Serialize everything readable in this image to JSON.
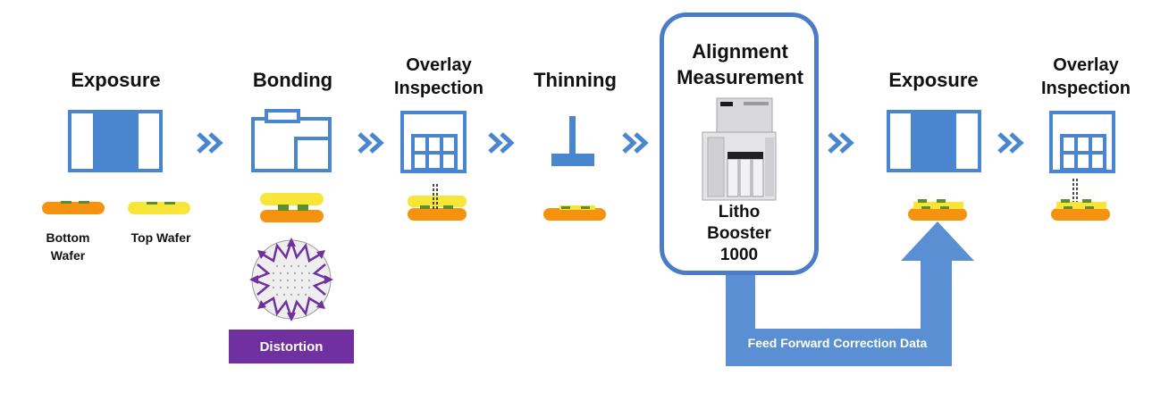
{
  "steps": [
    {
      "title": "Exposure"
    },
    {
      "title": "Bonding"
    },
    {
      "title": "Overlay Inspection"
    },
    {
      "title": "Thinning"
    },
    {
      "title": "Alignment Measurement"
    },
    {
      "title": "Exposure"
    },
    {
      "title": "Overlay Inspection"
    }
  ],
  "wafer_labels": {
    "bottom": "Bottom Wafer",
    "top": "Top Wafer"
  },
  "distortion_label": "Distortion",
  "tool_name": "Litho Booster 1000",
  "feedforward_label": "Feed Forward Correction Data",
  "colors": {
    "accent_blue": "#4a7cc7",
    "icon_blue": "#4a86d0",
    "wafer_orange": "#f5920f",
    "wafer_yellow": "#f7e53a",
    "mark_green": "#5a8f2b",
    "distortion_purple": "#7030a0"
  }
}
